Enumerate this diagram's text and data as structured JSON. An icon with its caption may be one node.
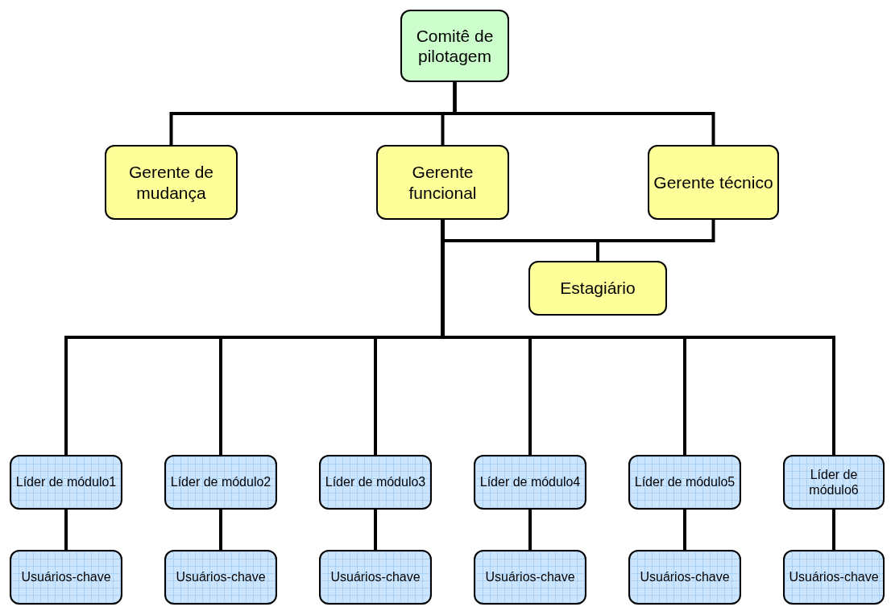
{
  "diagram": {
    "nodes": [
      {
        "text": [
          "Comitê de pilotagem"
        ]
      },
      {
        "text": [
          "Gerente de mudança"
        ]
      },
      {
        "text": [
          "Gerente funcional"
        ]
      },
      {
        "text": [
          "Gerente técnico"
        ]
      },
      {
        "text": [
          "Estagiário"
        ]
      },
      {
        "text": [
          "Líder de módulo1"
        ]
      },
      {
        "text": [
          "Líder de módulo2"
        ]
      },
      {
        "text": [
          "Líder de módulo3"
        ]
      },
      {
        "text": [
          "Líder de módulo4"
        ]
      },
      {
        "text": [
          "Líder de módulo5"
        ]
      },
      {
        "text": [
          "Líder de módulo6"
        ]
      },
      {
        "text": [
          "Usuários-chave"
        ]
      },
      {
        "text": [
          "Usuários-chave"
        ]
      },
      {
        "text": [
          "Usuários-chave"
        ]
      },
      {
        "text": [
          "Usuários-chave"
        ]
      },
      {
        "text": [
          "Usuários-chave"
        ]
      },
      {
        "text": [
          "Usuários-chave"
        ]
      }
    ],
    "edges": [
      {
        "from": 0,
        "to": 1,
        "arrow": "none"
      },
      {
        "from": 0,
        "to": 2,
        "arrow": "none"
      },
      {
        "from": 0,
        "to": 3,
        "arrow": "none"
      },
      {
        "from": 2,
        "to": 4,
        "arrow": "none"
      },
      {
        "from": 3,
        "to": 4,
        "arrow": "none"
      },
      {
        "from": 2,
        "to": 5,
        "arrow": "none"
      },
      {
        "from": 2,
        "to": 6,
        "arrow": "none"
      },
      {
        "from": 2,
        "to": 7,
        "arrow": "none"
      },
      {
        "from": 2,
        "to": 8,
        "arrow": "none"
      },
      {
        "from": 2,
        "to": 9,
        "arrow": "none"
      },
      {
        "from": 2,
        "to": 10,
        "arrow": "none"
      },
      {
        "from": 5,
        "to": 11,
        "arrow": "none"
      },
      {
        "from": 6,
        "to": 12,
        "arrow": "none"
      },
      {
        "from": 7,
        "to": 13,
        "arrow": "none"
      },
      {
        "from": 8,
        "to": 14,
        "arrow": "none"
      },
      {
        "from": 9,
        "to": 15,
        "arrow": "none"
      },
      {
        "from": 10,
        "to": 16,
        "arrow": "none"
      }
    ]
  }
}
